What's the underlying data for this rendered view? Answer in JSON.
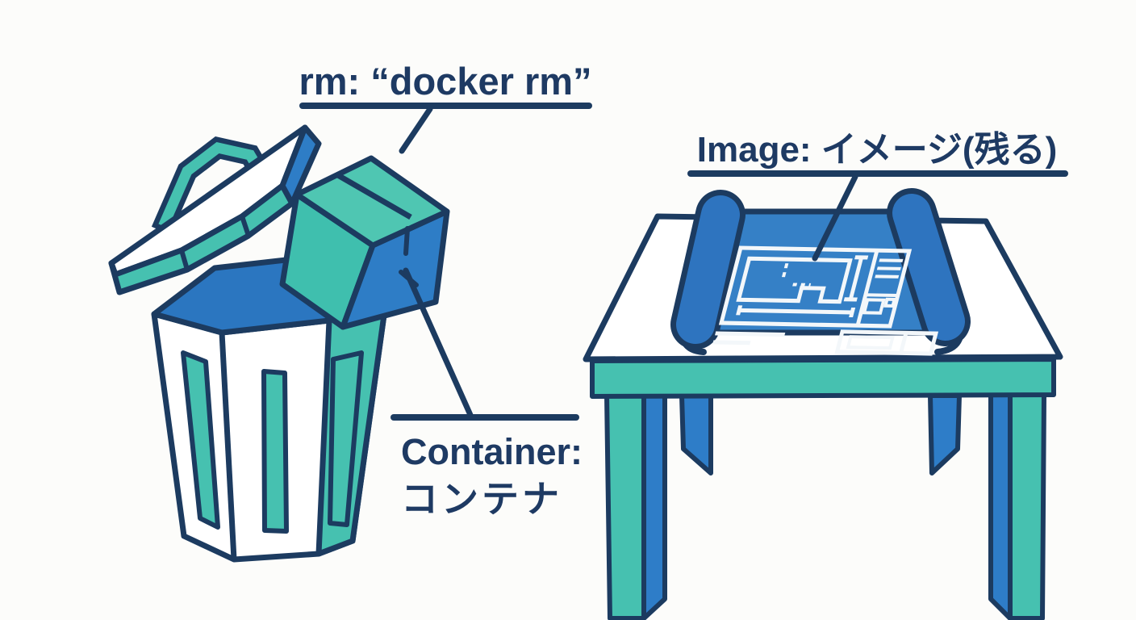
{
  "title": "docker rm diagram — container is removed, image remains",
  "labels": {
    "rm": {
      "text": "rm: “docker rm”"
    },
    "container": {
      "line1": "Container:",
      "line2": "コンテナ"
    },
    "image": {
      "text": "Image: イメージ(残る)"
    }
  },
  "icons": [
    "trash-can-icon",
    "trash-can-lid-icon",
    "container-box-icon",
    "table-icon",
    "blueprint-scroll-icon"
  ],
  "colors": {
    "background": "#fcfcfa",
    "outline_navy": "#1c3b60",
    "text_navy": "#1e3a63",
    "teal": "#46c1b0",
    "blue": "#2e7dc6",
    "opening_blue": "#2b76c0",
    "sheet_blue": "#3580c6",
    "roll_blue": "#2e74bf",
    "blueprint_line_white": "#f3f7fa",
    "white": "#ffffff"
  }
}
